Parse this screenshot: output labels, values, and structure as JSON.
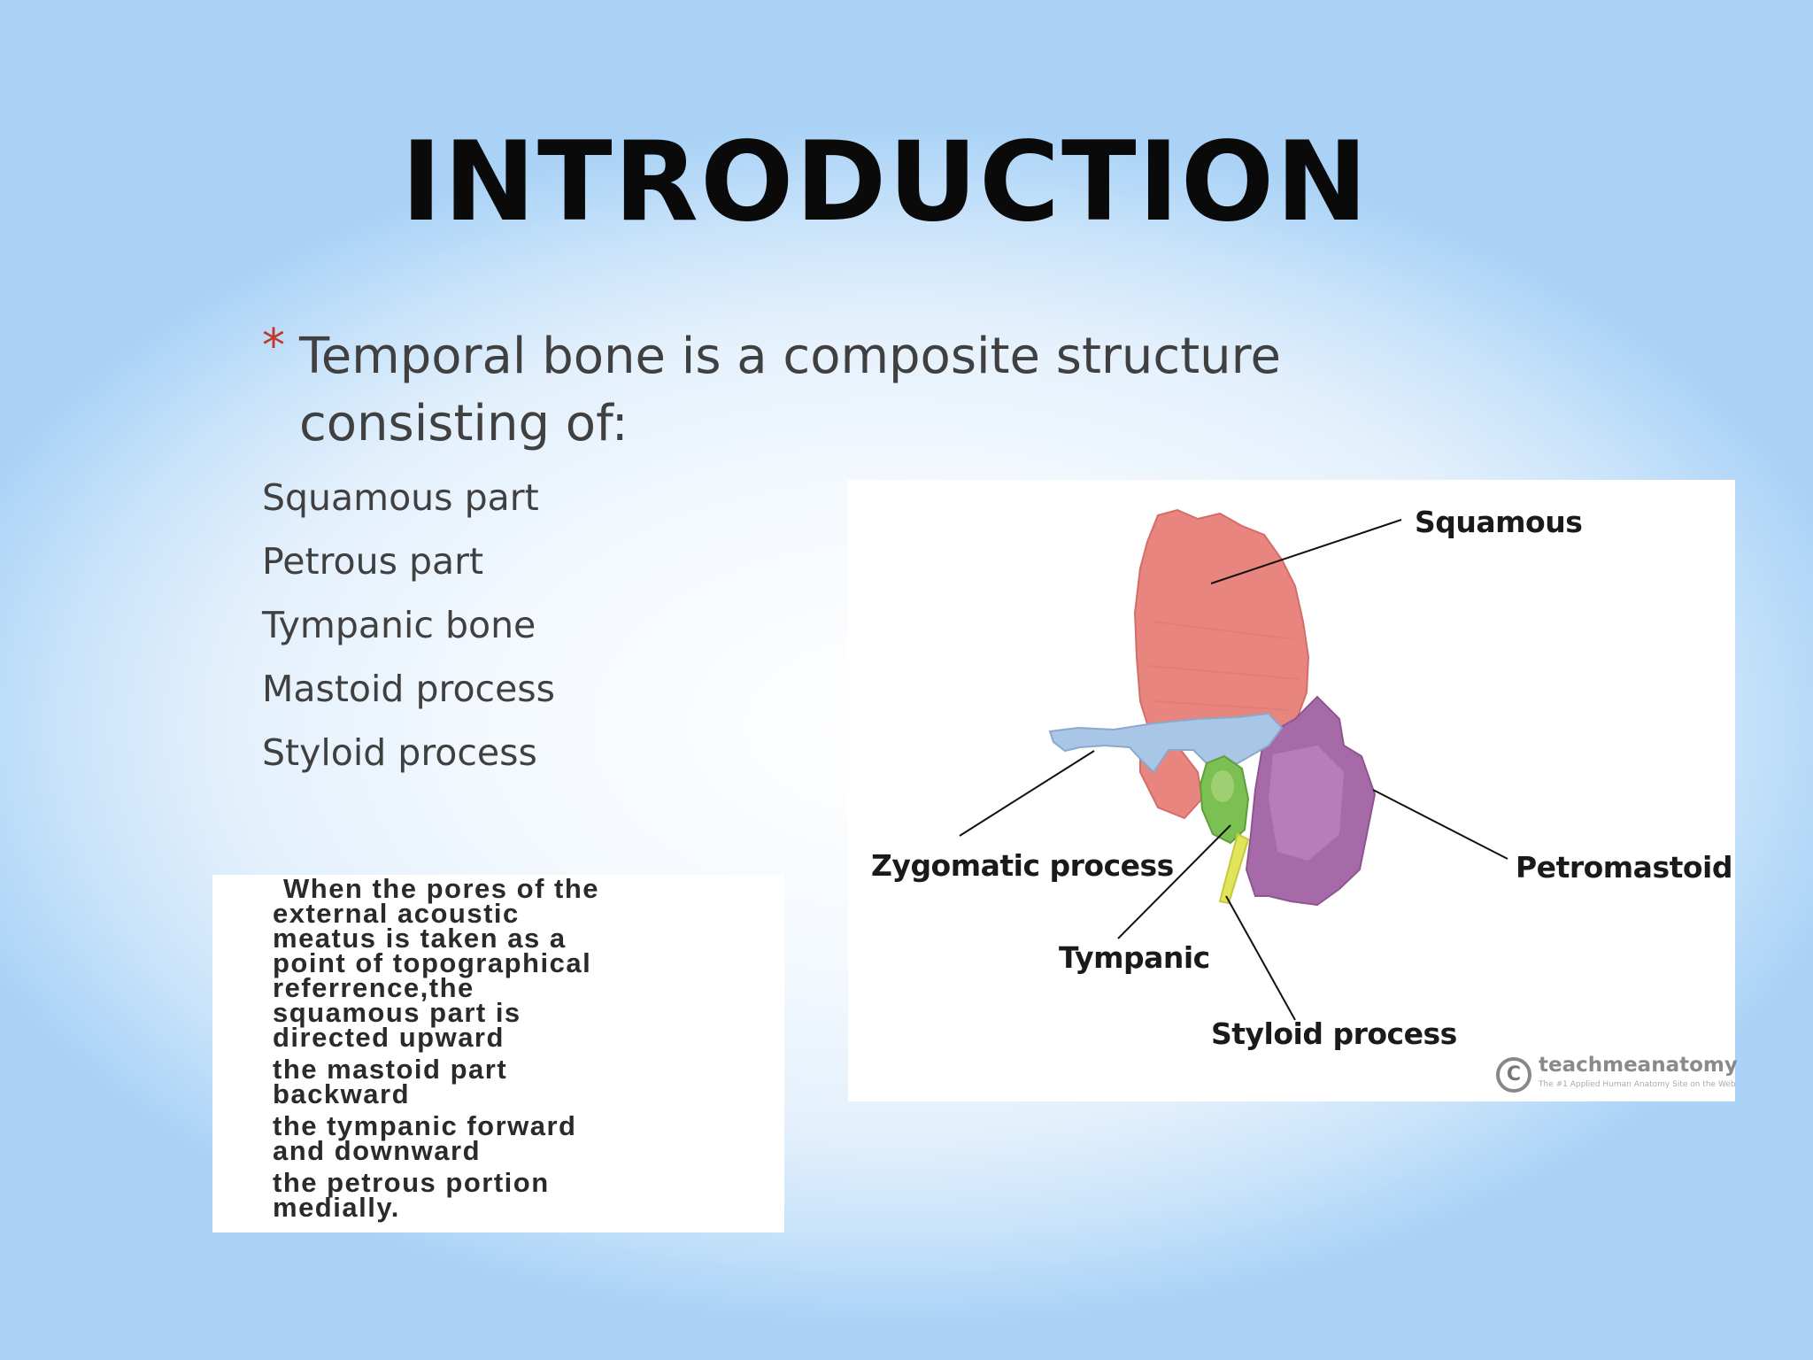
{
  "slide": {
    "title": "INTRODUCTION",
    "bullet": {
      "marker": "*",
      "text": "Temporal bone is a composite structure consisting of:"
    },
    "parts": [
      "Squamous part",
      "Petrous part",
      "Tympanic bone",
      "Mastoid process",
      "Styloid process"
    ],
    "note": {
      "lines": [
        [
          "When the pores of the",
          "external acoustic",
          "meatus is taken as a",
          "point of topographical",
          "referrence,the",
          "squamous part is",
          "directed upward"
        ],
        [
          "the mastoid part",
          "backward"
        ],
        [
          "the tympanic forward",
          "and downward"
        ],
        [
          "the petrous portion",
          "medially."
        ]
      ]
    },
    "figure": {
      "labels": {
        "squamous": "Squamous",
        "zygomatic": "Zygomatic process",
        "petromastoid": "Petromastoid",
        "tympanic": "Tympanic",
        "styloid": "Styloid process"
      },
      "credit": {
        "symbol": "C",
        "name": "teachmeanatomy",
        "tagline": "The #1 Applied Human Anatomy Site on the Web"
      },
      "colors": {
        "squamous": "#e8857f",
        "zygomatic": "#a9c6e6",
        "petromastoid": "#a76aa8",
        "tympanic": "#7cbf52",
        "styloid": "#e2e55a"
      }
    },
    "theme": {
      "accent": "#c0392b",
      "title_color": "#0a0a0a",
      "text_color": "#404040"
    }
  }
}
